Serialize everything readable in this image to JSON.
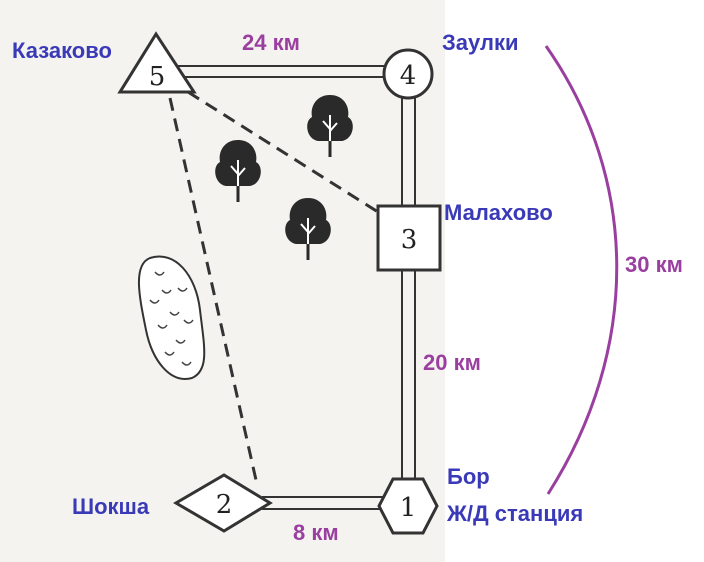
{
  "map": {
    "towns": {
      "kazakovo": "Казаково",
      "zaulki": "Заулки",
      "malakhovo": "Малахово",
      "shoksha": "Шокша",
      "bor_line1": "Бор",
      "bor_line2": "Ж/Д станция"
    },
    "distances": {
      "kazakovo_zaulki": "24 км",
      "malakhovo_bor": "20 км",
      "shoksha_bor": "8 км",
      "zaulki_bor": "30 км"
    },
    "nodes": {
      "n1": "1",
      "n2": "2",
      "n3": "3",
      "n4": "4",
      "n5": "5"
    },
    "colors": {
      "town_label": "#3a3ab8",
      "distance_label": "#9a3fa0",
      "road": "#333333",
      "arc": "#9a3fa0"
    }
  }
}
